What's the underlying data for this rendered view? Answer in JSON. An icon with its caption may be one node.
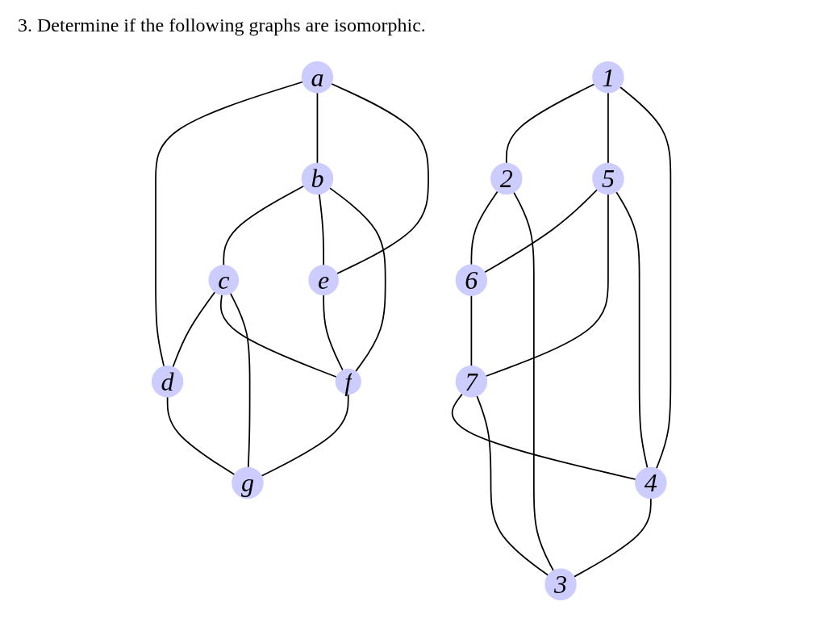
{
  "diagram": {
    "title": "3. Determine if the following graphs are isomorphic.",
    "nodes": [
      {
        "text": [
          "a"
        ]
      },
      {
        "text": [
          "b"
        ]
      },
      {
        "text": [
          "c"
        ]
      },
      {
        "text": [
          "d"
        ]
      },
      {
        "text": [
          "e"
        ]
      },
      {
        "text": [
          "f"
        ]
      },
      {
        "text": [
          "g"
        ]
      },
      {
        "text": [
          "1"
        ]
      },
      {
        "text": [
          "2"
        ]
      },
      {
        "text": [
          "3"
        ]
      },
      {
        "text": [
          "4"
        ]
      },
      {
        "text": [
          "5"
        ]
      },
      {
        "text": [
          "6"
        ]
      },
      {
        "text": [
          "7"
        ]
      }
    ],
    "edges": [
      {
        "from": 0,
        "to": 3,
        "arrow": "none"
      },
      {
        "from": 0,
        "to": 1,
        "arrow": "none"
      },
      {
        "from": 0,
        "to": 4,
        "arrow": "none"
      },
      {
        "from": 1,
        "to": 2,
        "arrow": "none"
      },
      {
        "from": 1,
        "to": 4,
        "arrow": "none"
      },
      {
        "from": 1,
        "to": 5,
        "arrow": "none"
      },
      {
        "from": 2,
        "to": 3,
        "arrow": "none"
      },
      {
        "from": 2,
        "to": 5,
        "arrow": "none"
      },
      {
        "from": 2,
        "to": 6,
        "arrow": "none"
      },
      {
        "from": 3,
        "to": 6,
        "arrow": "none"
      },
      {
        "from": 4,
        "to": 5,
        "arrow": "none"
      },
      {
        "from": 5,
        "to": 6,
        "arrow": "none"
      },
      {
        "from": 7,
        "to": 8,
        "arrow": "none"
      },
      {
        "from": 7,
        "to": 11,
        "arrow": "none"
      },
      {
        "from": 7,
        "to": 10,
        "arrow": "none"
      },
      {
        "from": 8,
        "to": 12,
        "arrow": "none"
      },
      {
        "from": 8,
        "to": 9,
        "arrow": "none"
      },
      {
        "from": 11,
        "to": 12,
        "arrow": "none"
      },
      {
        "from": 11,
        "to": 13,
        "arrow": "none"
      },
      {
        "from": 11,
        "to": 10,
        "arrow": "none"
      },
      {
        "from": 12,
        "to": 13,
        "arrow": "none"
      },
      {
        "from": 13,
        "to": 10,
        "arrow": "none"
      },
      {
        "from": 13,
        "to": 9,
        "arrow": "none"
      },
      {
        "from": 10,
        "to": 9,
        "arrow": "none"
      }
    ]
  }
}
